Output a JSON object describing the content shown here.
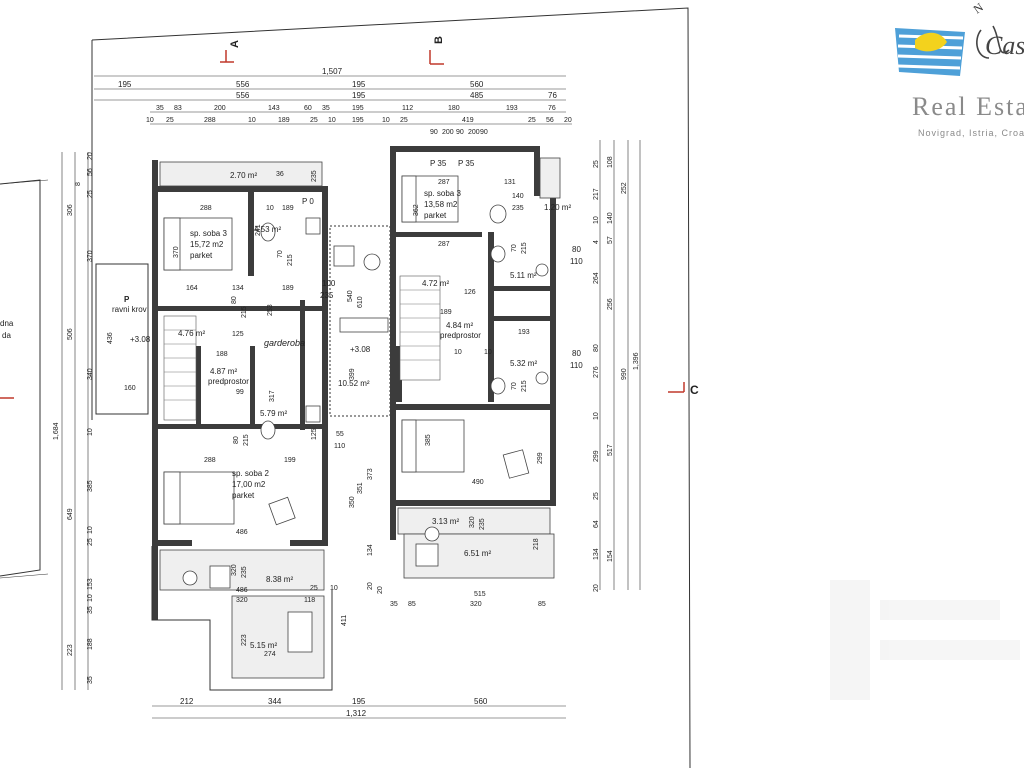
{
  "brand": {
    "name": "Real Esta",
    "location": "Novigrad, Istria, Croa",
    "mark_color": "#2f8fd1",
    "script_text": "Cas"
  },
  "sections": {
    "a": "A",
    "b": "B",
    "c": "C"
  },
  "dims_top": {
    "row1": [
      "1,507"
    ],
    "row2": [
      "195",
      "556",
      "195",
      "560"
    ],
    "row3": [
      "556",
      "195",
      "485",
      "76"
    ],
    "row4": [
      "35",
      "83",
      "200",
      "143",
      "60",
      "35",
      "195",
      "112",
      "180",
      "193",
      "76"
    ],
    "row5": [
      "10",
      "25",
      "288",
      "10",
      "189",
      "25",
      "10",
      "195",
      "10",
      "25",
      "419",
      "25",
      "56",
      "20"
    ],
    "row6": [
      "90",
      "200",
      "90",
      "200",
      "90"
    ]
  },
  "dims_bottom": {
    "row1": [
      "212",
      "344",
      "195",
      "560"
    ],
    "total": "1,312"
  },
  "dims_left": [
    "20",
    "56",
    "25",
    "8",
    "306",
    "370",
    "506",
    "436",
    "340",
    "160",
    "1,684",
    "10",
    "385",
    "649",
    "10",
    "25",
    "153",
    "10",
    "35",
    "188",
    "223",
    "35"
  ],
  "dims_right": [
    "25",
    "108",
    "217",
    "252",
    "10",
    "140",
    "57",
    "4",
    "264",
    "256",
    "80",
    "1,396",
    "990",
    "276",
    "10",
    "517",
    "299",
    "25",
    "64",
    "154",
    "134",
    "20"
  ],
  "left_unit": {
    "rooms": [
      {
        "name": "sp. soba 3",
        "area": "15,72 m2",
        "floor": "parket"
      },
      {
        "name": "sp. soba 2",
        "area": "17,00 m2",
        "floor": "parket"
      }
    ],
    "areas": [
      "2.70 m²",
      "4.53 m²",
      "4.76 m²",
      "4.87 m²",
      "5.79 m²",
      "8.38 m²",
      "5.15 m²"
    ],
    "labels": {
      "corridor": "predprostor",
      "wardrobe": "garderoba",
      "roof": "ravni krov",
      "roof_p": "P",
      "roof_level": "+3.08",
      "pillar": "P 0"
    },
    "numbers": [
      "288",
      "189",
      "10",
      "241",
      "70",
      "215",
      "164",
      "134",
      "189",
      "80",
      "215",
      "253",
      "125",
      "188",
      "99",
      "317",
      "80",
      "215",
      "125",
      "288",
      "199",
      "486",
      "320",
      "235",
      "486",
      "320",
      "118",
      "25",
      "10",
      "223",
      "274",
      "370",
      "100",
      "235",
      "55",
      "110",
      "350",
      "351",
      "373",
      "134",
      "411",
      "20",
      "36",
      "235"
    ]
  },
  "right_unit": {
    "rooms": [
      {
        "name": "sp. soba 3",
        "area": "13,58 m2",
        "floor": "parket"
      }
    ],
    "areas": [
      "1.20 m²",
      "4.72 m²",
      "4.84 m²",
      "5.11 m²",
      "5.32 m²",
      "3.13 m²",
      "6.51 m²",
      "10.52 m²"
    ],
    "labels": {
      "corridor": "predprostor",
      "pillar1": "P 35",
      "pillar2": "P 35",
      "level": "+3.08"
    },
    "numbers": [
      "287",
      "131",
      "140",
      "235",
      "362",
      "287",
      "70",
      "215",
      "80",
      "110",
      "126",
      "189",
      "193",
      "80",
      "110",
      "385",
      "490",
      "299",
      "320",
      "235",
      "218",
      "515",
      "85",
      "320",
      "85",
      "35",
      "540",
      "610",
      "399",
      "70",
      "215",
      "20",
      "10",
      "10"
    ],
    "left_labels": [
      "da",
      "dna"
    ]
  }
}
